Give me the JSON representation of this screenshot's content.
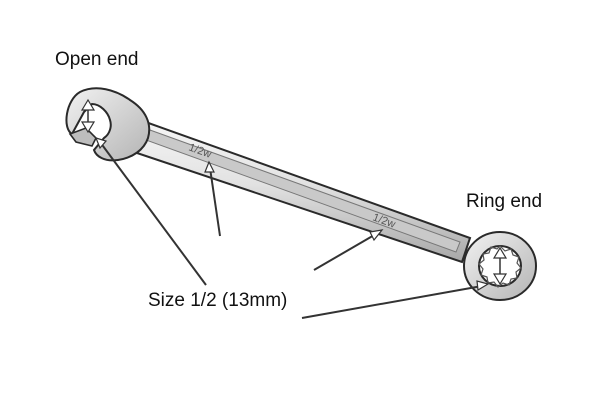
{
  "labels": {
    "open_end": "Open end",
    "ring_end": "Ring end",
    "size": "Size 1/2 (13mm)"
  },
  "shaft_markings": {
    "near_open_end": "1/2w",
    "near_ring_end": "1/2w"
  },
  "colors": {
    "outline": "#2a2a2a",
    "metal_light": "#f4f4f4",
    "metal_mid": "#d6d6d6",
    "metal_dark": "#9a9a9a",
    "pointer": "#333333"
  }
}
